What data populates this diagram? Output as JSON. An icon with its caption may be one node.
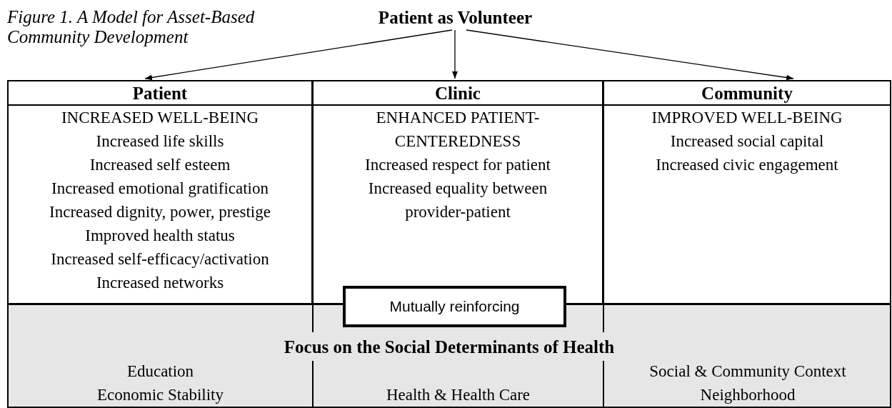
{
  "diagram": {
    "title": "Figure 1. A Model for Asset-Based Community Development",
    "nodes": [
      {
        "text": [
          "Patient as Volunteer"
        ]
      },
      {
        "text": [
          "Patient",
          "INCREASED WELL-BEING",
          "Increased life skills",
          "Increased self esteem",
          "Increased emotional gratification",
          "Increased dignity, power, prestige",
          "Improved health status",
          "Increased self-efficacy/activation",
          "Increased networks"
        ]
      },
      {
        "text": [
          "Clinic",
          "ENHANCED PATIENT-CENTEREDNESS",
          "Increased respect for patient",
          "Increased equality between provider-patient"
        ]
      },
      {
        "text": [
          "Community",
          "IMPROVED WELL-BEING",
          "Increased social capital",
          "Increased civic engagement"
        ]
      },
      {
        "text": [
          "Focus on the Social Determinants of Health",
          "Education",
          "Economic Stability",
          "Health & Health Care",
          "Social & Community Context",
          "Neighborhood"
        ]
      },
      {
        "text": [
          "Mutually reinforcing"
        ]
      }
    ],
    "edges": [
      {
        "from": 0,
        "to": 1,
        "arrow": "to"
      },
      {
        "from": 0,
        "to": 2,
        "arrow": "to"
      },
      {
        "from": 0,
        "to": 3,
        "arrow": "to"
      }
    ]
  }
}
